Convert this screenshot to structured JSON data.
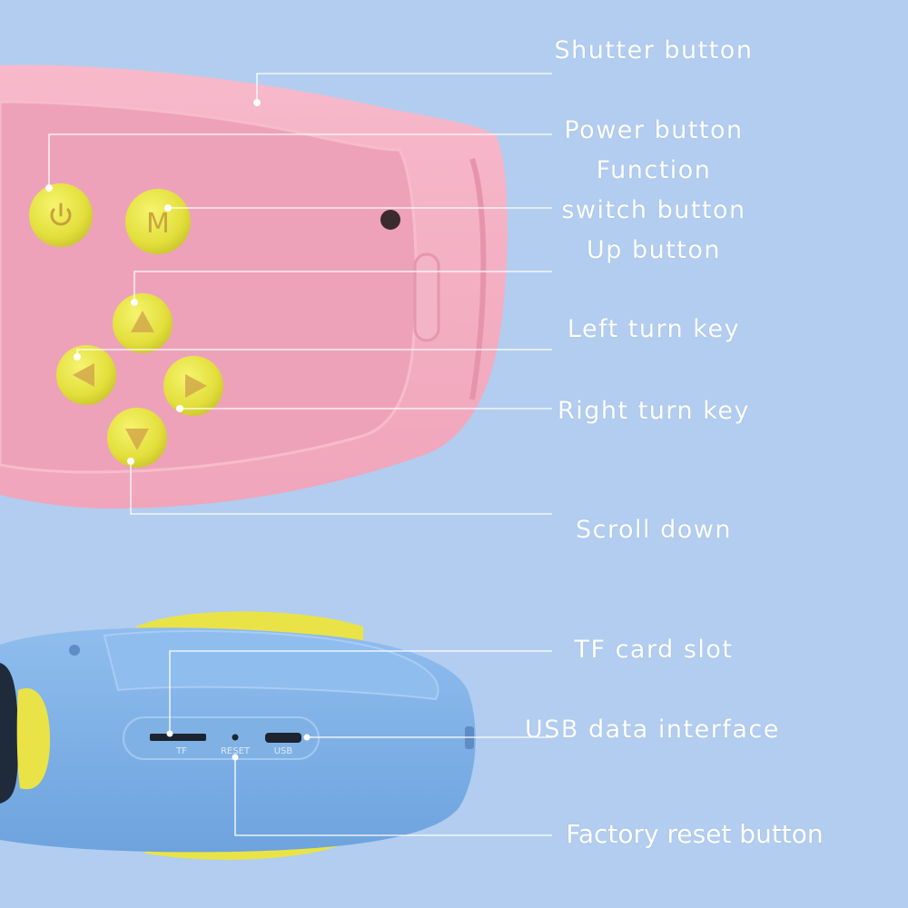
{
  "colors": {
    "background": "#b2cdef",
    "pink_body": "#f4aec4",
    "pink_panel": "#eea3bb",
    "yellow_button": "#e8e545",
    "blue_body": "#77ace4",
    "leader_line": "#ffffff"
  },
  "labels": {
    "shutter": "Shutter button",
    "power": "Power button",
    "function_line1": "Function",
    "function_line2": "switch button",
    "up": "Up button",
    "left": "Left turn key",
    "right": "Right turn key",
    "scroll_down": "Scroll down",
    "tf_slot": "TF card slot",
    "usb": "USB data interface",
    "factory_reset": "Factory reset button"
  },
  "device": {
    "m_button": "M",
    "tf_marking": "TF",
    "reset_marking": "RESET",
    "usb_marking": "USB"
  },
  "icons": {
    "power_button": "power-icon",
    "up_button": "triangle-up-icon",
    "left_button": "triangle-left-icon",
    "right_button": "triangle-right-icon",
    "down_button": "triangle-down-icon"
  }
}
